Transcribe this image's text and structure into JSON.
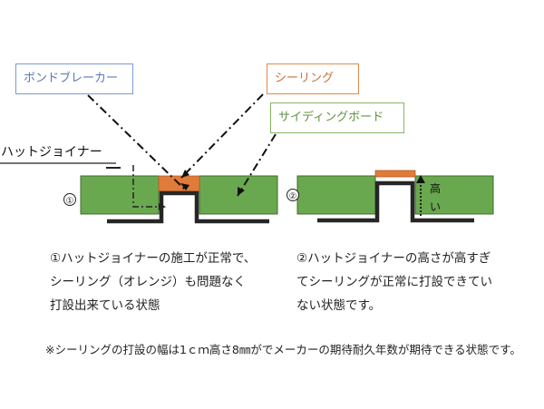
{
  "labels": {
    "bond_breaker": "ボンドブレーカー",
    "sealing": "シーリング",
    "siding_board": "サイディングボード",
    "hat_joiner": "ハットジョイナー",
    "left_marker": "①",
    "right_marker": "②",
    "height_text_1": "高",
    "height_text_2": "い"
  },
  "captions": {
    "left": [
      "①ハットジョイナーの施工が正常で、",
      "シーリング（オレンジ）も問題なく",
      "打設出来ている状態"
    ],
    "right": [
      "②ハットジョイナーの高さが高すぎ",
      "てシーリングが正常に打設できてい",
      "ない状態です。"
    ]
  },
  "footnote": "※シーリングの打設の幅は1ｃｍ高さ8㎜がでメーカーの期待耐久年数が期待できる状態です。",
  "colors": {
    "siding": "#6aa84f",
    "siding_edge": "#3f6b2c",
    "sealing": "#e07b39",
    "joiner": "#262626",
    "bond_breaker_border": "#7f9bd0",
    "sealing_border": "#e08a4a",
    "siding_border": "#86b464"
  }
}
